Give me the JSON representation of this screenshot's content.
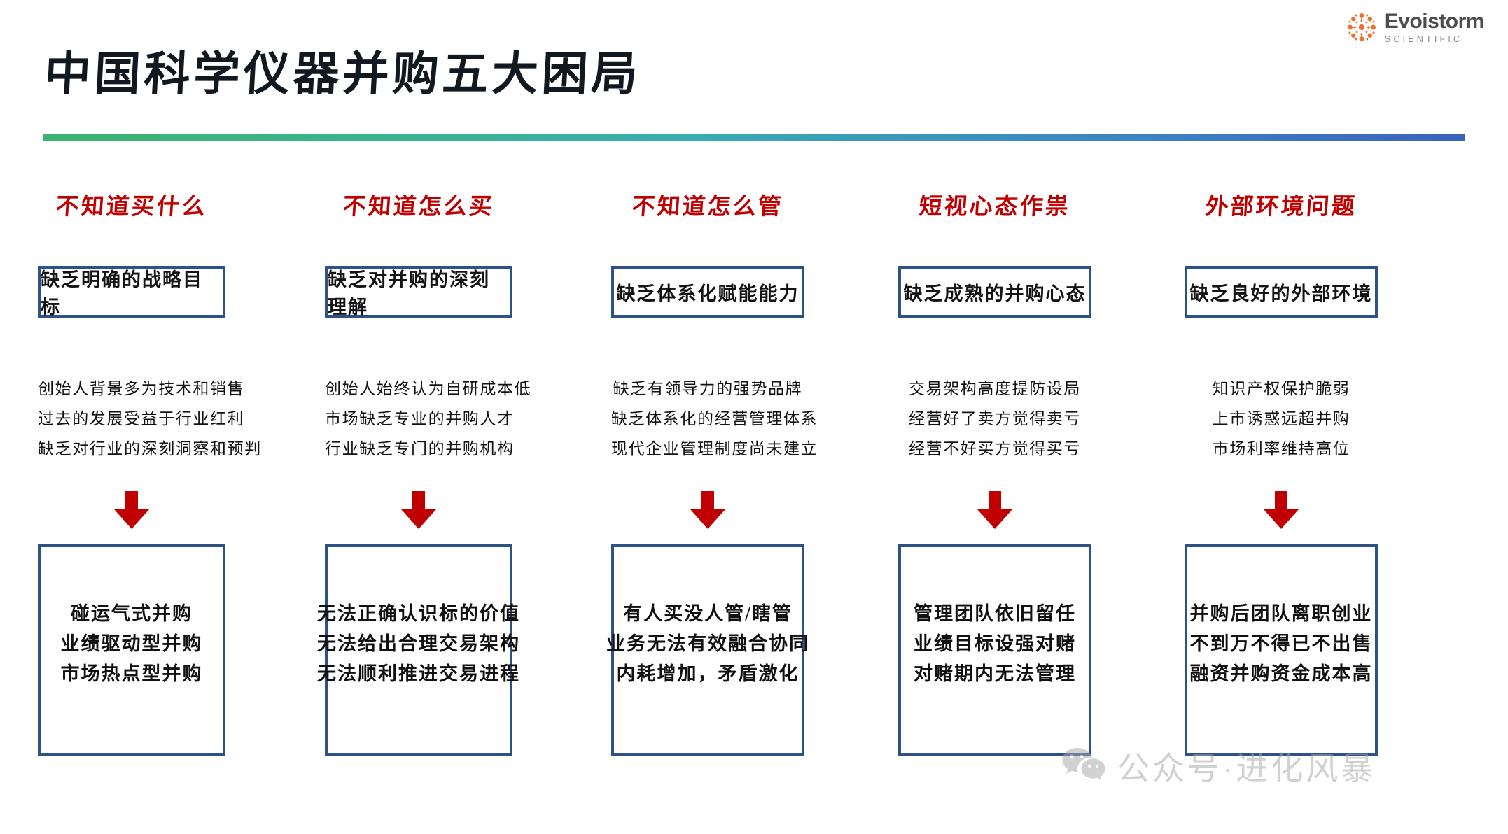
{
  "brand": {
    "name": "Evoistorm",
    "subtitle": "SCIENTIFIC",
    "mark_color": "#ED7230",
    "name_color": "#4d4d4d"
  },
  "page": {
    "title": "中国科学仪器并购五大困局",
    "rule_gradient_from": "#3CB272",
    "rule_gradient_to": "#3A62BB",
    "header_color": "#C00000",
    "box_border_color": "#2D5288",
    "arrow_color": "#C00000"
  },
  "columns": [
    {
      "header": "不知道买什么",
      "top_box": "缺乏明确的战略目标",
      "bullets": [
        "创始人背景多为技术和销售",
        "过去的发展受益于行业红利",
        "缺乏对行业的深刻洞察和预判"
      ],
      "arrow": "down-arrow-icon",
      "outcomes": [
        "碰运气式并购",
        "业绩驱动型并购",
        "市场热点型并购"
      ]
    },
    {
      "header": "不知道怎么买",
      "top_box": "缺乏对并购的深刻理解",
      "bullets": [
        "创始人始终认为自研成本低",
        "市场缺乏专业的并购人才",
        "行业缺乏专门的并购机构"
      ],
      "arrow": "down-arrow-icon",
      "outcomes": [
        "无法正确认识标的价值",
        "无法给出合理交易架构",
        "无法顺利推进交易进程"
      ]
    },
    {
      "header": "不知道怎么管",
      "top_box": "缺乏体系化赋能能力",
      "bullets": [
        "缺乏有领导力的强势品牌",
        "缺乏体系化的经营管理体系",
        "现代企业管理制度尚未建立"
      ],
      "arrow": "down-arrow-icon",
      "outcomes": [
        "有人买没人管/瞎管",
        "业务无法有效融合协同",
        "内耗增加，矛盾激化"
      ]
    },
    {
      "header": "短视心态作祟",
      "top_box": "缺乏成熟的并购心态",
      "bullets": [
        "交易架构高度提防设局",
        "经营好了卖方觉得卖亏",
        "经营不好买方觉得买亏"
      ],
      "arrow": "down-arrow-icon",
      "outcomes": [
        "管理团队依旧留任",
        "业绩目标设强对赌",
        "对赌期内无法管理"
      ]
    },
    {
      "header": "外部环境问题",
      "top_box": "缺乏良好的外部环境",
      "bullets": [
        "知识产权保护脆弱",
        "上市诱惑远超并购",
        "市场利率维持高位"
      ],
      "arrow": "down-arrow-icon",
      "outcomes": [
        "并购后团队离职创业",
        "不到万不得已不出售",
        "融资并购资金成本高"
      ]
    }
  ],
  "watermark": {
    "icon": "wechat-icon",
    "text": "公众号·进化风暴",
    "color": "#A8A8A8"
  }
}
